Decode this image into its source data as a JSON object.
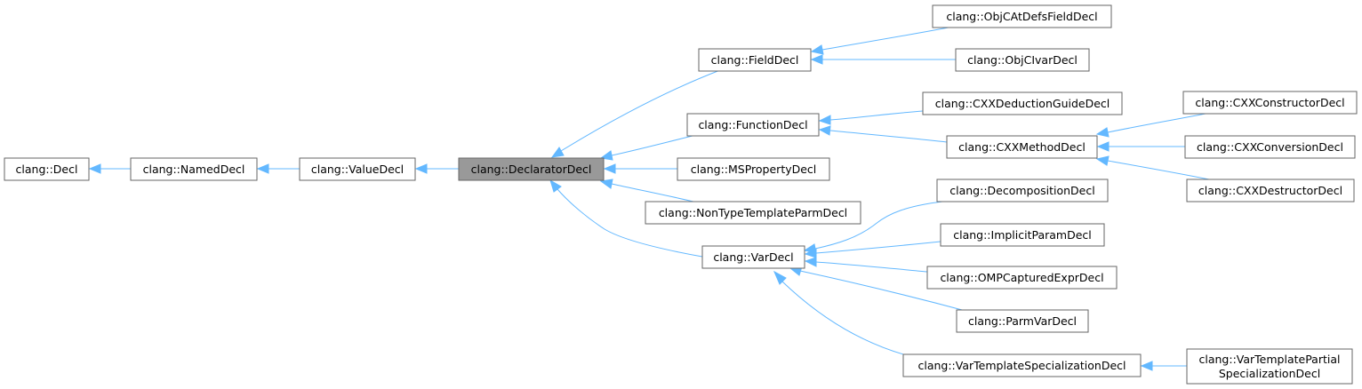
{
  "nodes": {
    "decl": {
      "label": "clang::Decl"
    },
    "named_decl": {
      "label": "clang::NamedDecl"
    },
    "value_decl": {
      "label": "clang::ValueDecl"
    },
    "declarator_decl": {
      "label": "clang::DeclaratorDecl"
    },
    "field_decl": {
      "label": "clang::FieldDecl"
    },
    "function_decl": {
      "label": "clang::FunctionDecl"
    },
    "ms_property_decl": {
      "label": "clang::MSPropertyDecl"
    },
    "non_type_template_parm_decl": {
      "label": "clang::NonTypeTemplateParmDecl"
    },
    "var_decl": {
      "label": "clang::VarDecl"
    },
    "objc_at_defs_field_decl": {
      "label": "clang::ObjCAtDefsFieldDecl"
    },
    "objc_ivar_decl": {
      "label": "clang::ObjCIvarDecl"
    },
    "cxx_deduction_guide_decl": {
      "label": "clang::CXXDeductionGuideDecl"
    },
    "cxx_method_decl": {
      "label": "clang::CXXMethodDecl"
    },
    "decomposition_decl": {
      "label": "clang::DecompositionDecl"
    },
    "implicit_param_decl": {
      "label": "clang::ImplicitParamDecl"
    },
    "omp_captured_expr_decl": {
      "label": "clang::OMPCapturedExprDecl"
    },
    "parm_var_decl": {
      "label": "clang::ParmVarDecl"
    },
    "var_template_specialization_decl": {
      "label": "clang::VarTemplateSpecializationDecl"
    },
    "cxx_constructor_decl": {
      "label": "clang::CXXConstructorDecl"
    },
    "cxx_conversion_decl": {
      "label": "clang::CXXConversionDecl"
    },
    "cxx_destructor_decl": {
      "label": "clang::CXXDestructorDecl"
    },
    "var_template_partial_specialization_decl": {
      "label_line1": "clang::VarTemplatePartial",
      "label_line2": "SpecializationDecl"
    }
  },
  "colors": {
    "edge": "#63b8ff",
    "node_border": "#666666",
    "node_fill": "#ffffff",
    "highlight_fill": "#999999"
  }
}
